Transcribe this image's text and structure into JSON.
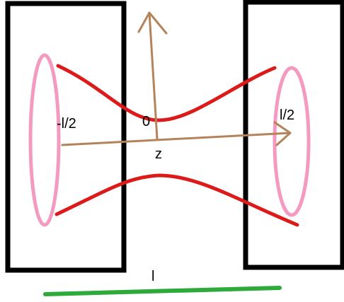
{
  "labels": {
    "left_end": "-l/2",
    "right_end": "l/2",
    "origin": "0",
    "axis": "z",
    "length": "l"
  },
  "colors": {
    "box_stroke": "#000000",
    "beam": "#dd1a1a",
    "ellipse": "#f49ac1",
    "axes": "#b5835a",
    "length_bar": "#2eaa3a"
  }
}
